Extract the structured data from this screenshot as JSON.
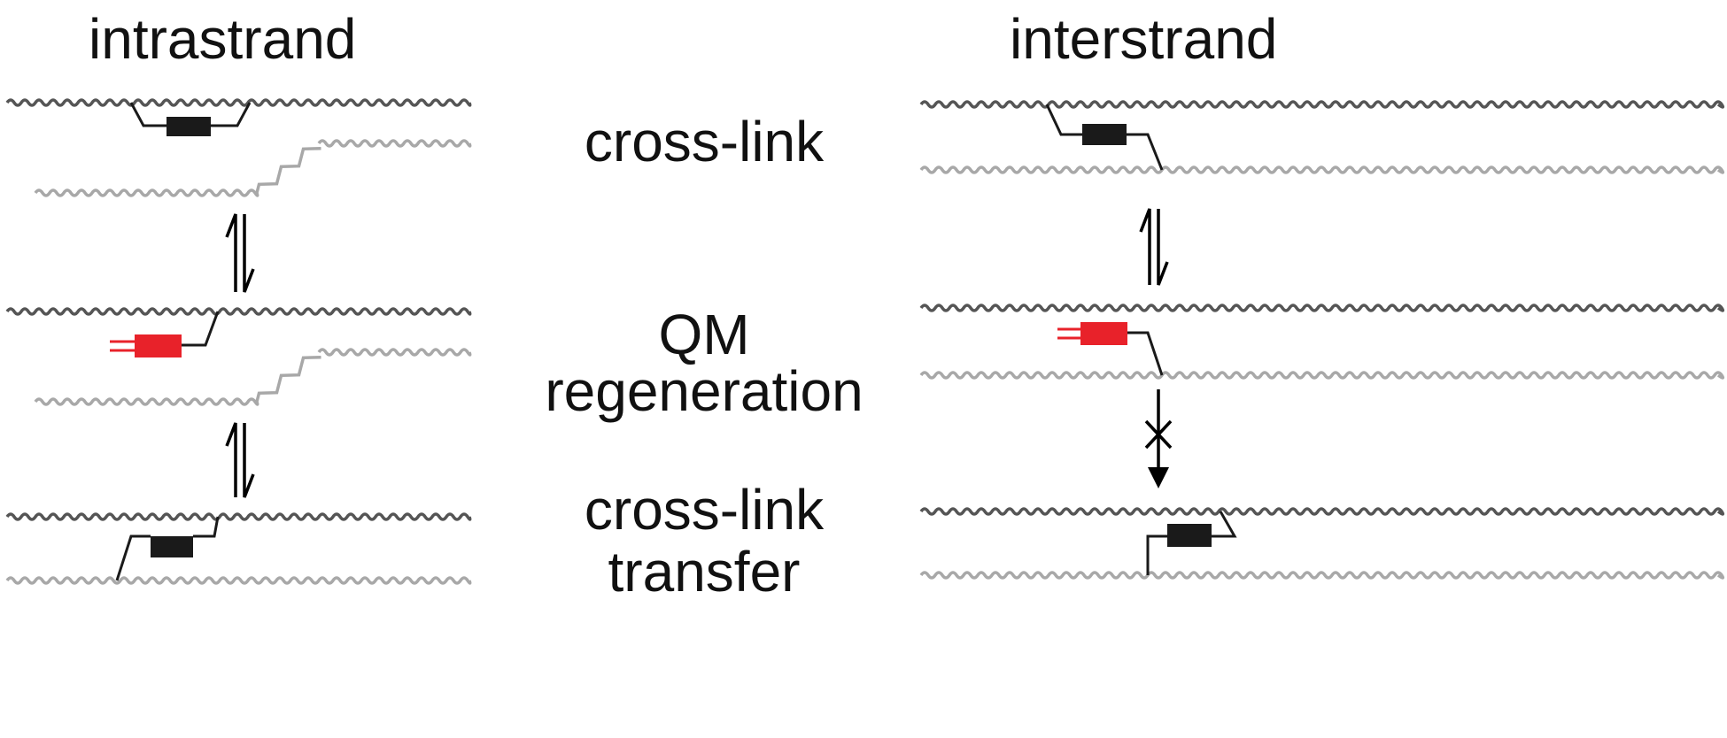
{
  "headings": {
    "left": "intrastrand",
    "right": "interstrand"
  },
  "steps": {
    "crosslink": "cross-link",
    "qm_line1": "QM",
    "qm_line2": "regeneration",
    "transfer_line1": "cross-link",
    "transfer_line2": "transfer"
  },
  "colors": {
    "top_strand": "#555555",
    "bottom_strand": "#a8a8a8",
    "adduct": "#1a1a1a",
    "qm": "#e8222a",
    "arrow": "#000000"
  },
  "icons": {
    "equilibrium": "equilibrium-arrow-icon",
    "blocked": "blocked-arrow-icon"
  }
}
